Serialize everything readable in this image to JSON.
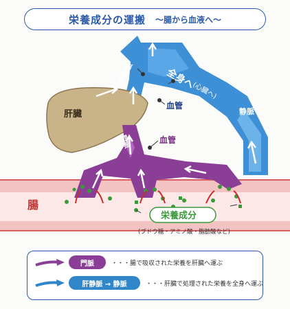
{
  "title": {
    "main": "栄養成分の運搬",
    "sub": "～腸から血液へ～"
  },
  "labels": {
    "liver": "肝臓",
    "hepatic_vein": "肝静脈",
    "whole_body": "全身へ",
    "heart_note": "(心臓へ)",
    "blood_vessel_top": "血管",
    "vein": "静脈",
    "portal_vein": "門脈",
    "blood_vessel_mid": "血管",
    "intestine": "腸",
    "nutrients": "栄養成分",
    "nutrients_examples": "(ブドウ糖・アミノ酸・脂肪酸など)"
  },
  "legend": {
    "portal_label": "門脈",
    "portal_desc": "・・・腸で吸収された栄養を肝臓へ運ぶ",
    "hepatic_label": "肝静脈 → 静脈",
    "hepatic_desc": "・・・肝臓で処理された栄養を全身へ運ぶ"
  },
  "colors": {
    "title_blue": "#2b5aa8",
    "vein_blue": "#3d8fd6",
    "portal_purple": "#8a3e96",
    "liver_brown": "#c9b48a",
    "intestine_pink": "#f2c3c2",
    "intestine_red": "#d9605f",
    "nutrient_green": "#3a9a3a"
  }
}
